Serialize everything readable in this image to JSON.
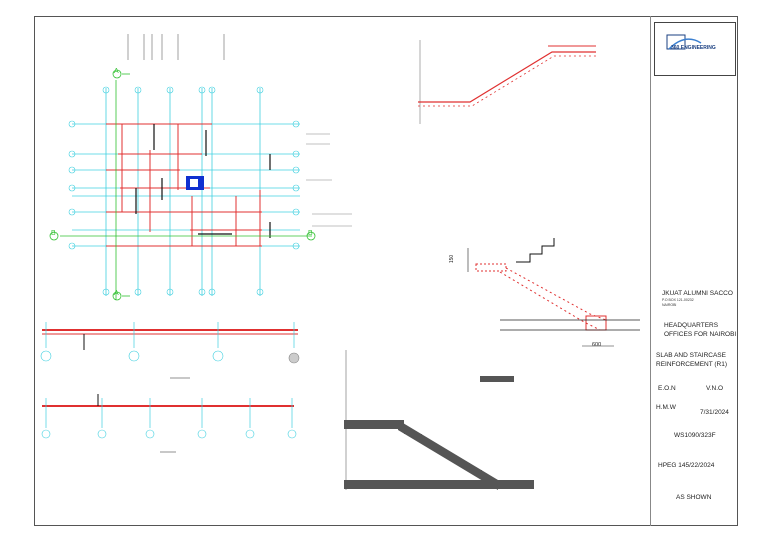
{
  "title_block": {
    "logo_text": "360 ENGINEERING",
    "client": "JKUAT ALUMNI SACCO",
    "client_address_line1": "P.O BOX 121-00232",
    "client_address_line2": "NAIROBI",
    "project_line1": "HEADQUARTERS",
    "project_line2": "OFFICES FOR NAIROBI",
    "drawing_title_line1": "SLAB AND STAIRCASE",
    "drawing_title_line2": "REINFORCEMENT (R1)",
    "drawn_by": "E.O.N",
    "checked_by": "V.N.O",
    "approved_by": "H.M.W",
    "date": "7/31/2024",
    "job_number": "WS1090/323F",
    "registration": "HPEG 145/22/2024",
    "scale": "AS SHOWN"
  },
  "dimensions": {
    "stair_height": "150",
    "landing_width": "600"
  },
  "grid_labels": {
    "section_a": "A",
    "section_b": "B"
  },
  "colors": {
    "grid": "#40d0e0",
    "rebar": "#e03030",
    "section": "#30c030",
    "hatch": "#555555"
  }
}
